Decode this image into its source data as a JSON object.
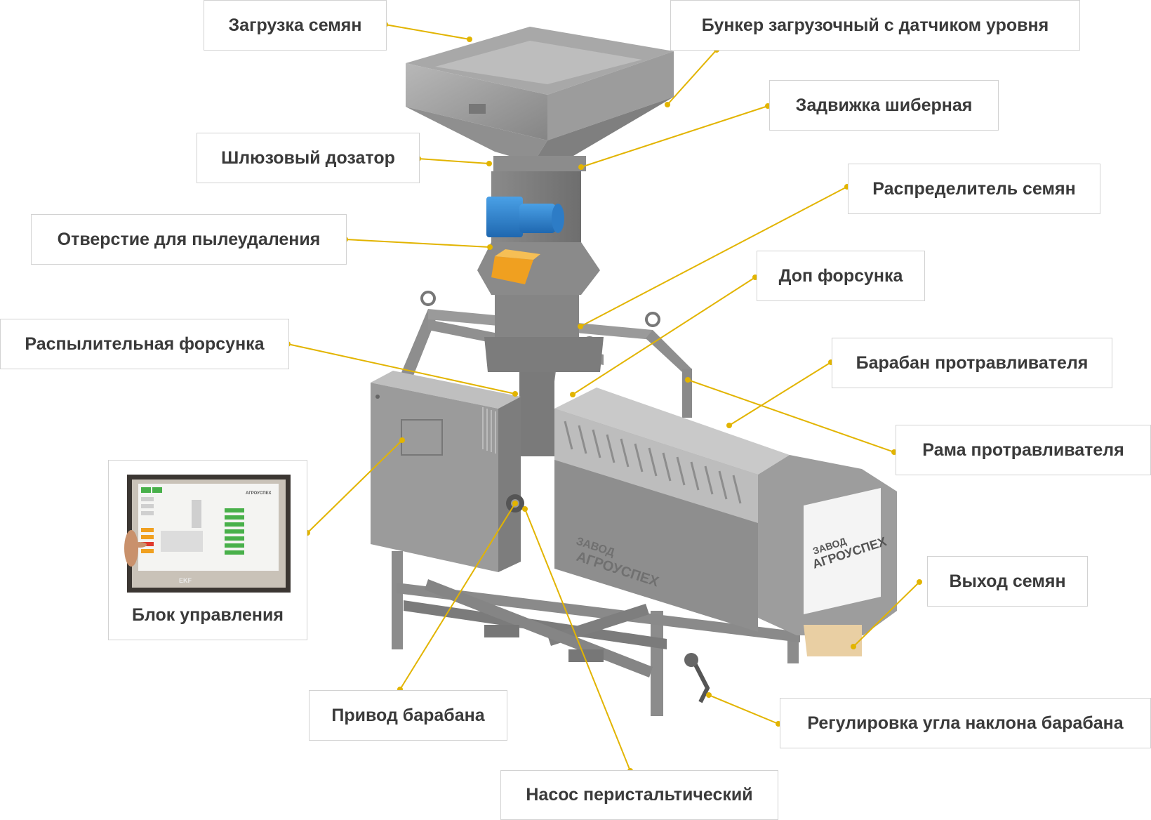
{
  "colors": {
    "accent": "#e2b400",
    "machine": "#9a9a9a",
    "motor": "#2e7fc9",
    "nozzle": "#f0a020",
    "box_border": "#d2d2d2"
  },
  "labels": {
    "seed_loading": "Загрузка семян",
    "hopper": "Бункер загрузочный с датчиком уровня",
    "gate_valve": "Задвижка шиберная",
    "airlock_feeder": "Шлюзовый дозатор",
    "seed_distributor": "Распределитель семян",
    "dust_outlet": "Отверстие для пылеудаления",
    "extra_nozzle": "Доп форсунка",
    "spray_nozzle": "Распылительная форсунка",
    "drum": "Барабан протравливателя",
    "frame": "Рама протравливателя",
    "control_unit": "Блок управления",
    "seed_outlet": "Выход семян",
    "drum_drive": "Привод барабана",
    "tilt_adjust": "Регулировка угла наклона барабана",
    "pump": "Насос перистальтический"
  },
  "brand": {
    "line1": "ЗАВОД",
    "line2": "АГРОУСПЕХ"
  },
  "screen": {
    "brand": "АГРОУСПЕХ",
    "logo_small": "EKF"
  }
}
